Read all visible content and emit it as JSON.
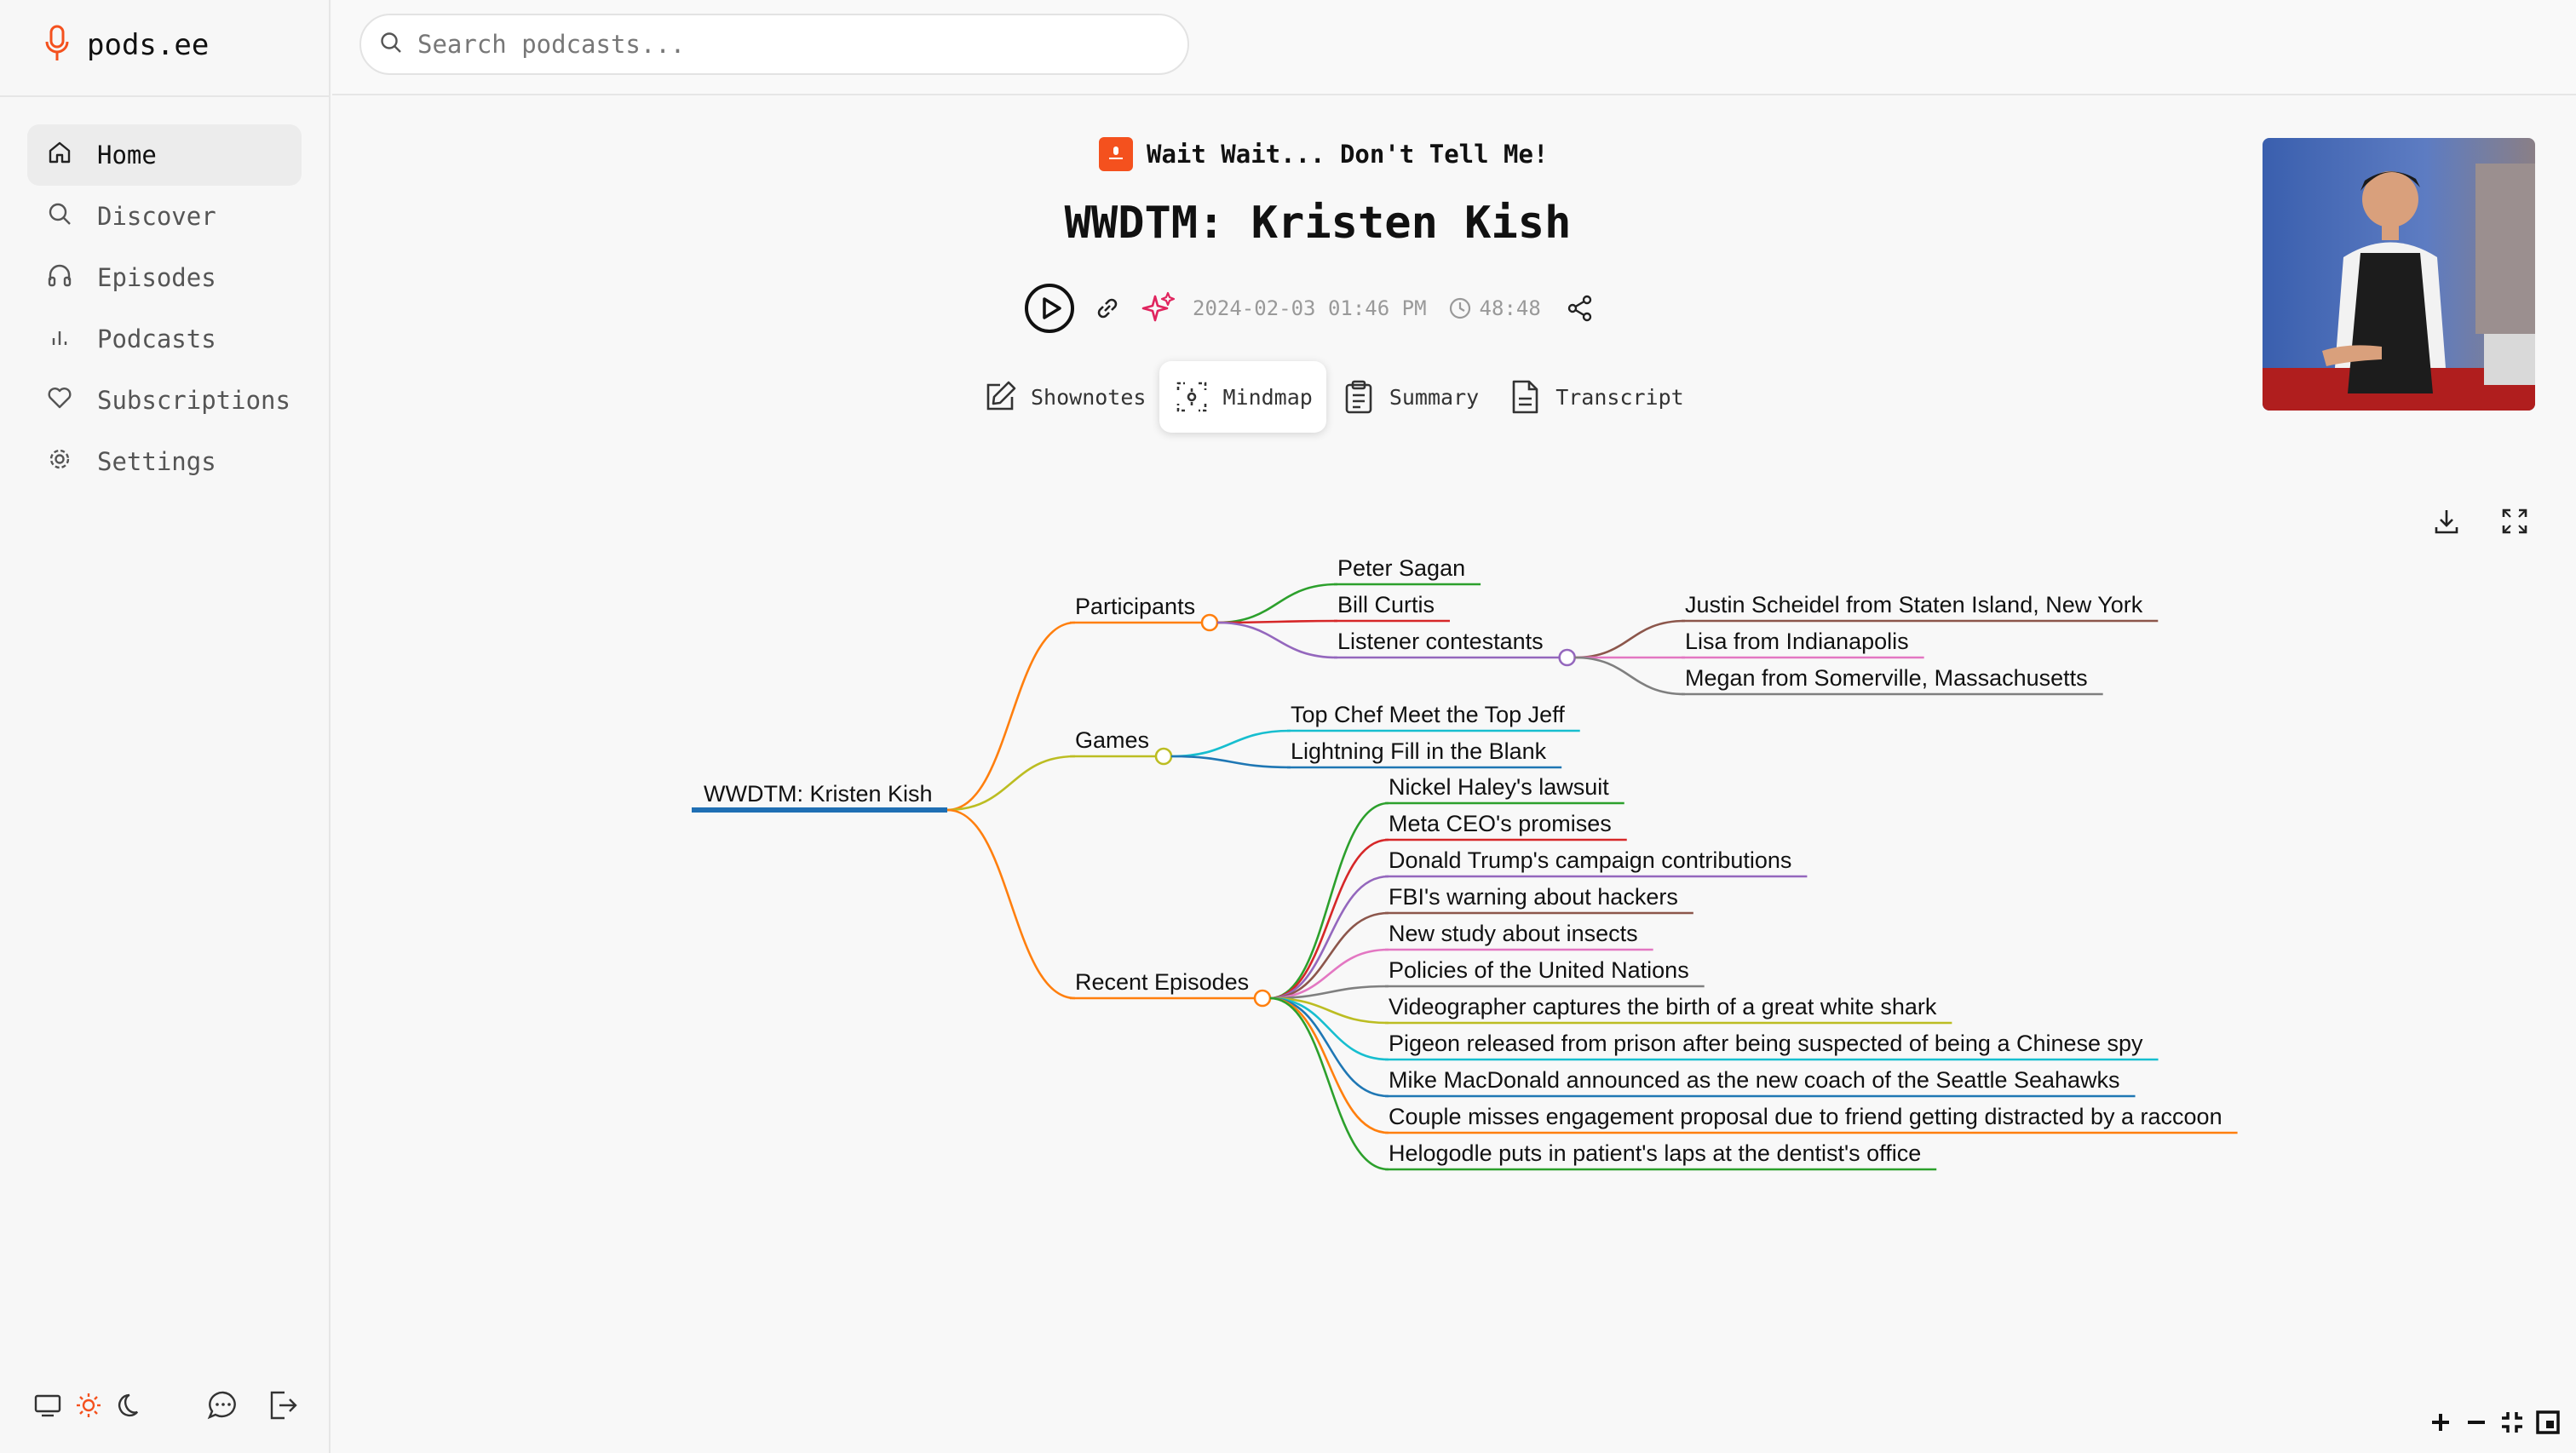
{
  "brand": {
    "name": "pods.ee"
  },
  "search": {
    "placeholder": "Search podcasts..."
  },
  "nav": {
    "items": [
      {
        "label": "Home",
        "icon": "home-icon",
        "active": true
      },
      {
        "label": "Discover",
        "icon": "search-icon",
        "active": false
      },
      {
        "label": "Episodes",
        "icon": "headphones-icon",
        "active": false
      },
      {
        "label": "Podcasts",
        "icon": "bar-chart-icon",
        "active": false
      },
      {
        "label": "Subscriptions",
        "icon": "heart-icon",
        "active": false
      },
      {
        "label": "Settings",
        "icon": "gear-icon",
        "active": false
      }
    ]
  },
  "episode": {
    "podcast_name": "Wait Wait... Don't Tell Me!",
    "title": "WWDTM: Kristen Kish",
    "date": "2024-02-03 01:46 PM",
    "duration": "48:48"
  },
  "tabs": [
    {
      "label": "Shownotes",
      "icon": "edit-icon",
      "active": false
    },
    {
      "label": "Mindmap",
      "icon": "mindmap-icon",
      "active": true
    },
    {
      "label": "Summary",
      "icon": "clipboard-icon",
      "active": false
    },
    {
      "label": "Transcript",
      "icon": "document-icon",
      "active": false
    }
  ],
  "colors": {
    "accent": "#f4511e",
    "sparkle": "#e0245e"
  },
  "mindmap": {
    "root": "WWDTM: Kristen Kish",
    "branches": [
      {
        "label": "Participants",
        "children": [
          {
            "label": "Peter Sagan"
          },
          {
            "label": "Bill Curtis"
          },
          {
            "label": "Listener contestants",
            "children": [
              {
                "label": "Justin Scheidel from Staten Island, New York"
              },
              {
                "label": "Lisa from Indianapolis"
              },
              {
                "label": "Megan from Somerville, Massachusetts"
              }
            ]
          }
        ]
      },
      {
        "label": "Games",
        "children": [
          {
            "label": "Top Chef Meet the Top Jeff"
          },
          {
            "label": "Lightning Fill in the Blank"
          }
        ]
      },
      {
        "label": "Recent Episodes",
        "children": [
          {
            "label": "Nickel Haley's lawsuit"
          },
          {
            "label": "Meta CEO's promises"
          },
          {
            "label": "Donald Trump's campaign contributions"
          },
          {
            "label": "FBI's warning about hackers"
          },
          {
            "label": "New study about insects"
          },
          {
            "label": "Policies of the United Nations"
          },
          {
            "label": "Videographer captures the birth of a great white shark"
          },
          {
            "label": "Pigeon released from prison after being suspected of being a Chinese spy"
          },
          {
            "label": "Mike MacDonald announced as the new coach of the Seattle Seahawks"
          },
          {
            "label": "Couple misses engagement proposal due to friend getting distracted by a raccoon"
          },
          {
            "label": "Helogodle puts in patient's laps at the dentist's office"
          }
        ]
      }
    ]
  }
}
